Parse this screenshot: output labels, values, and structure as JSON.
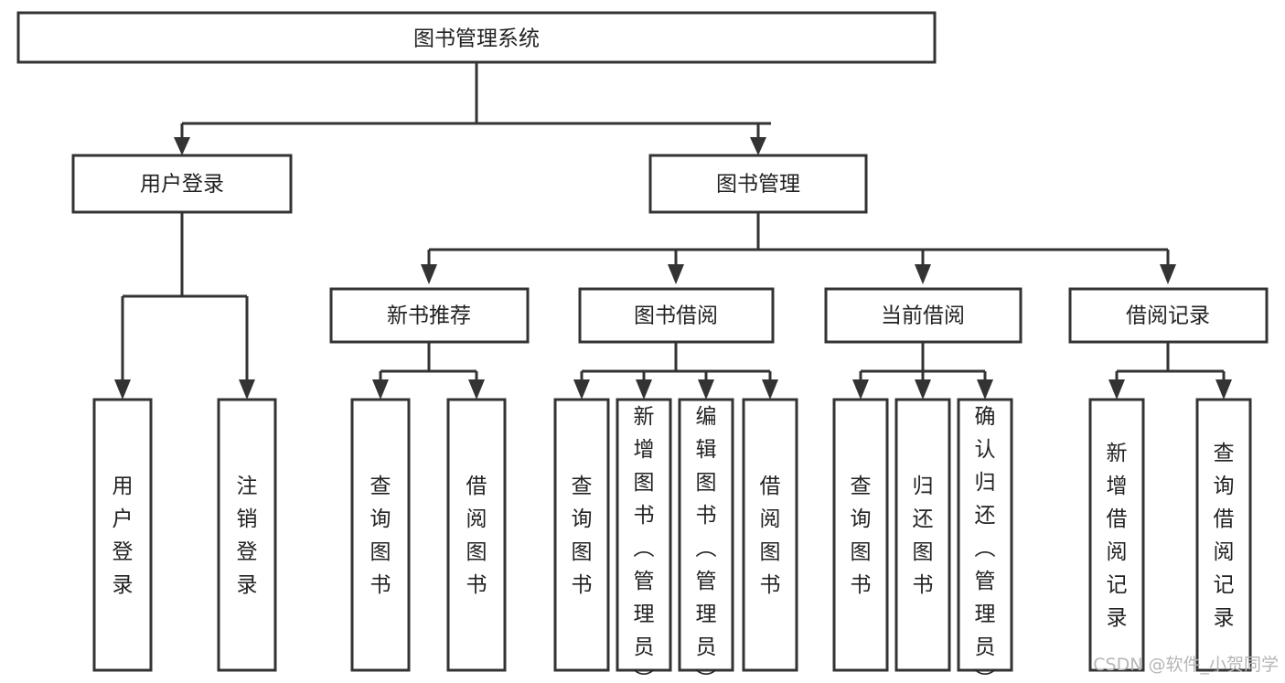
{
  "diagram": {
    "title": "图书管理系统",
    "type": "tree-hierarchy-diagram",
    "colors": {
      "stroke": "#333333",
      "box_fill": "#ffffff",
      "text": "#222222",
      "background": "#ffffff",
      "watermark": "#b6b6b6"
    },
    "root": {
      "label": "图书管理系统"
    },
    "level2": [
      {
        "label": "用户登录"
      },
      {
        "label": "图书管理"
      }
    ],
    "level3": [
      {
        "label": "新书推荐"
      },
      {
        "label": "图书借阅"
      },
      {
        "label": "当前借阅"
      },
      {
        "label": "借阅记录"
      }
    ],
    "leaves": {
      "user_login": [
        {
          "label": "用户登录"
        },
        {
          "label": "注销登录"
        }
      ],
      "new_book_recommend": [
        {
          "label": "查询图书"
        },
        {
          "label": "借阅图书"
        }
      ],
      "book_borrow": [
        {
          "label": "查询图书"
        },
        {
          "label": "新增图书（管理员）"
        },
        {
          "label": "编辑图书（管理员）"
        },
        {
          "label": "借阅图书"
        }
      ],
      "current_borrow": [
        {
          "label": "查询图书"
        },
        {
          "label": "归还图书"
        },
        {
          "label": "确认归还（管理员）"
        }
      ],
      "borrow_record": [
        {
          "label": "新增借阅记录"
        },
        {
          "label": "查询借阅记录"
        }
      ]
    },
    "watermark": "CSDN @软件_小贺同学"
  }
}
